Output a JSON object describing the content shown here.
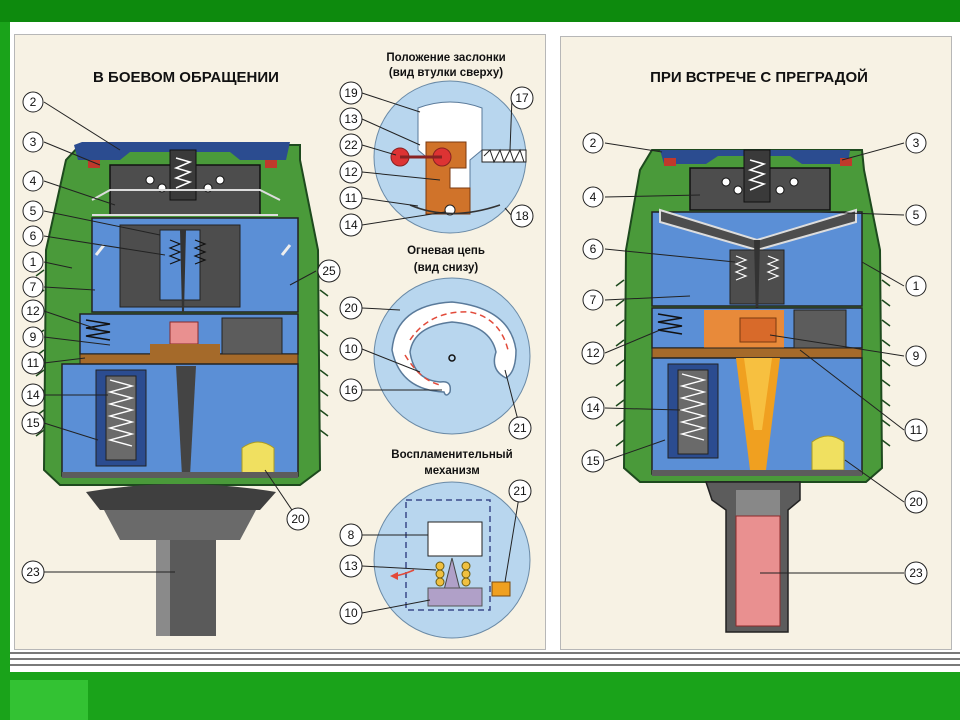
{
  "left_title": "В БОЕВОМ ОБРАЩЕНИИ",
  "right_title": "ПРИ ВСТРЕЧЕ С ПРЕГРАДОЙ",
  "inset_top_title": [
    "Положение заслонки",
    "(вид втулки сверху)"
  ],
  "inset_mid_title": [
    "Огневая цепь",
    "(вид снизу)"
  ],
  "inset_bot_title": [
    "Воспламенительный",
    "механизм"
  ],
  "left_labels": [
    "2",
    "3",
    "4",
    "5",
    "6",
    "1",
    "7",
    "12",
    "9",
    "11",
    "14",
    "15",
    "25",
    "20",
    "23"
  ],
  "inset_top_labels": [
    "19",
    "13",
    "22",
    "12",
    "11",
    "14",
    "17",
    "18"
  ],
  "inset_mid_labels": [
    "20",
    "10",
    "16",
    "21"
  ],
  "inset_bot_labels": [
    "8",
    "13",
    "10",
    "21"
  ],
  "right_labels_left": [
    "2",
    "4",
    "6",
    "7",
    "12",
    "14",
    "15"
  ],
  "right_labels_right": [
    "3",
    "5",
    "1",
    "9",
    "11",
    "20",
    "23"
  ],
  "colors": {
    "green": "#4a9a3a",
    "blue": "#5b8fd6",
    "navy": "#2b4c90",
    "gray": "#5c5c5c",
    "pink": "#e99090",
    "orange": "#e8a020",
    "brown": "#a56a2a",
    "yellow": "#f0e060",
    "inset": "#b8d6ee"
  }
}
